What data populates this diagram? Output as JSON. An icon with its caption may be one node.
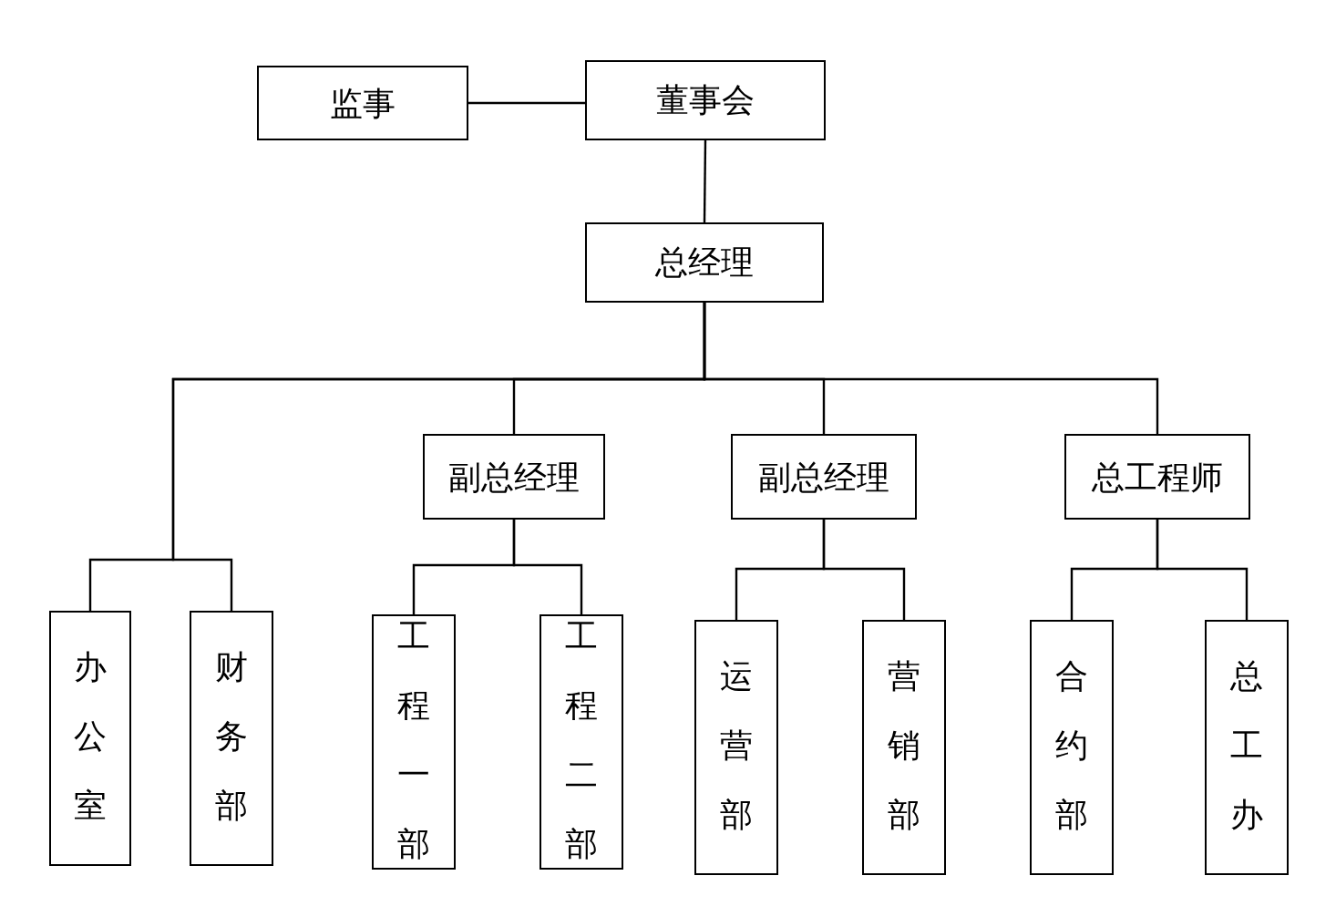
{
  "diagram": {
    "nodes": [
      {
        "text": [
          "监事"
        ]
      },
      {
        "text": [
          "董事会"
        ]
      },
      {
        "text": [
          "总经理"
        ]
      },
      {
        "text": [
          "副总经理"
        ]
      },
      {
        "text": [
          "副总经理"
        ]
      },
      {
        "text": [
          "总工程师"
        ]
      },
      {
        "text": [
          "办公室"
        ]
      },
      {
        "text": [
          "财务部"
        ]
      },
      {
        "text": [
          "工程一部"
        ]
      },
      {
        "text": [
          "工程二部"
        ]
      },
      {
        "text": [
          "运营部"
        ]
      },
      {
        "text": [
          "营销部"
        ]
      },
      {
        "text": [
          "合约部"
        ]
      },
      {
        "text": [
          "总工办"
        ]
      }
    ],
    "edges": [
      {
        "from": 0,
        "to": 1,
        "arrow": "none"
      },
      {
        "from": 1,
        "to": 2,
        "arrow": "none"
      },
      {
        "from": 2,
        "to": 6,
        "arrow": "none"
      },
      {
        "from": 2,
        "to": 7,
        "arrow": "none"
      },
      {
        "from": 2,
        "to": 3,
        "arrow": "none"
      },
      {
        "from": 2,
        "to": 4,
        "arrow": "none"
      },
      {
        "from": 2,
        "to": 5,
        "arrow": "none"
      },
      {
        "from": 3,
        "to": 8,
        "arrow": "none"
      },
      {
        "from": 3,
        "to": 9,
        "arrow": "none"
      },
      {
        "from": 4,
        "to": 10,
        "arrow": "none"
      },
      {
        "from": 4,
        "to": 11,
        "arrow": "none"
      },
      {
        "from": 5,
        "to": 12,
        "arrow": "none"
      },
      {
        "from": 5,
        "to": 13,
        "arrow": "none"
      }
    ]
  }
}
